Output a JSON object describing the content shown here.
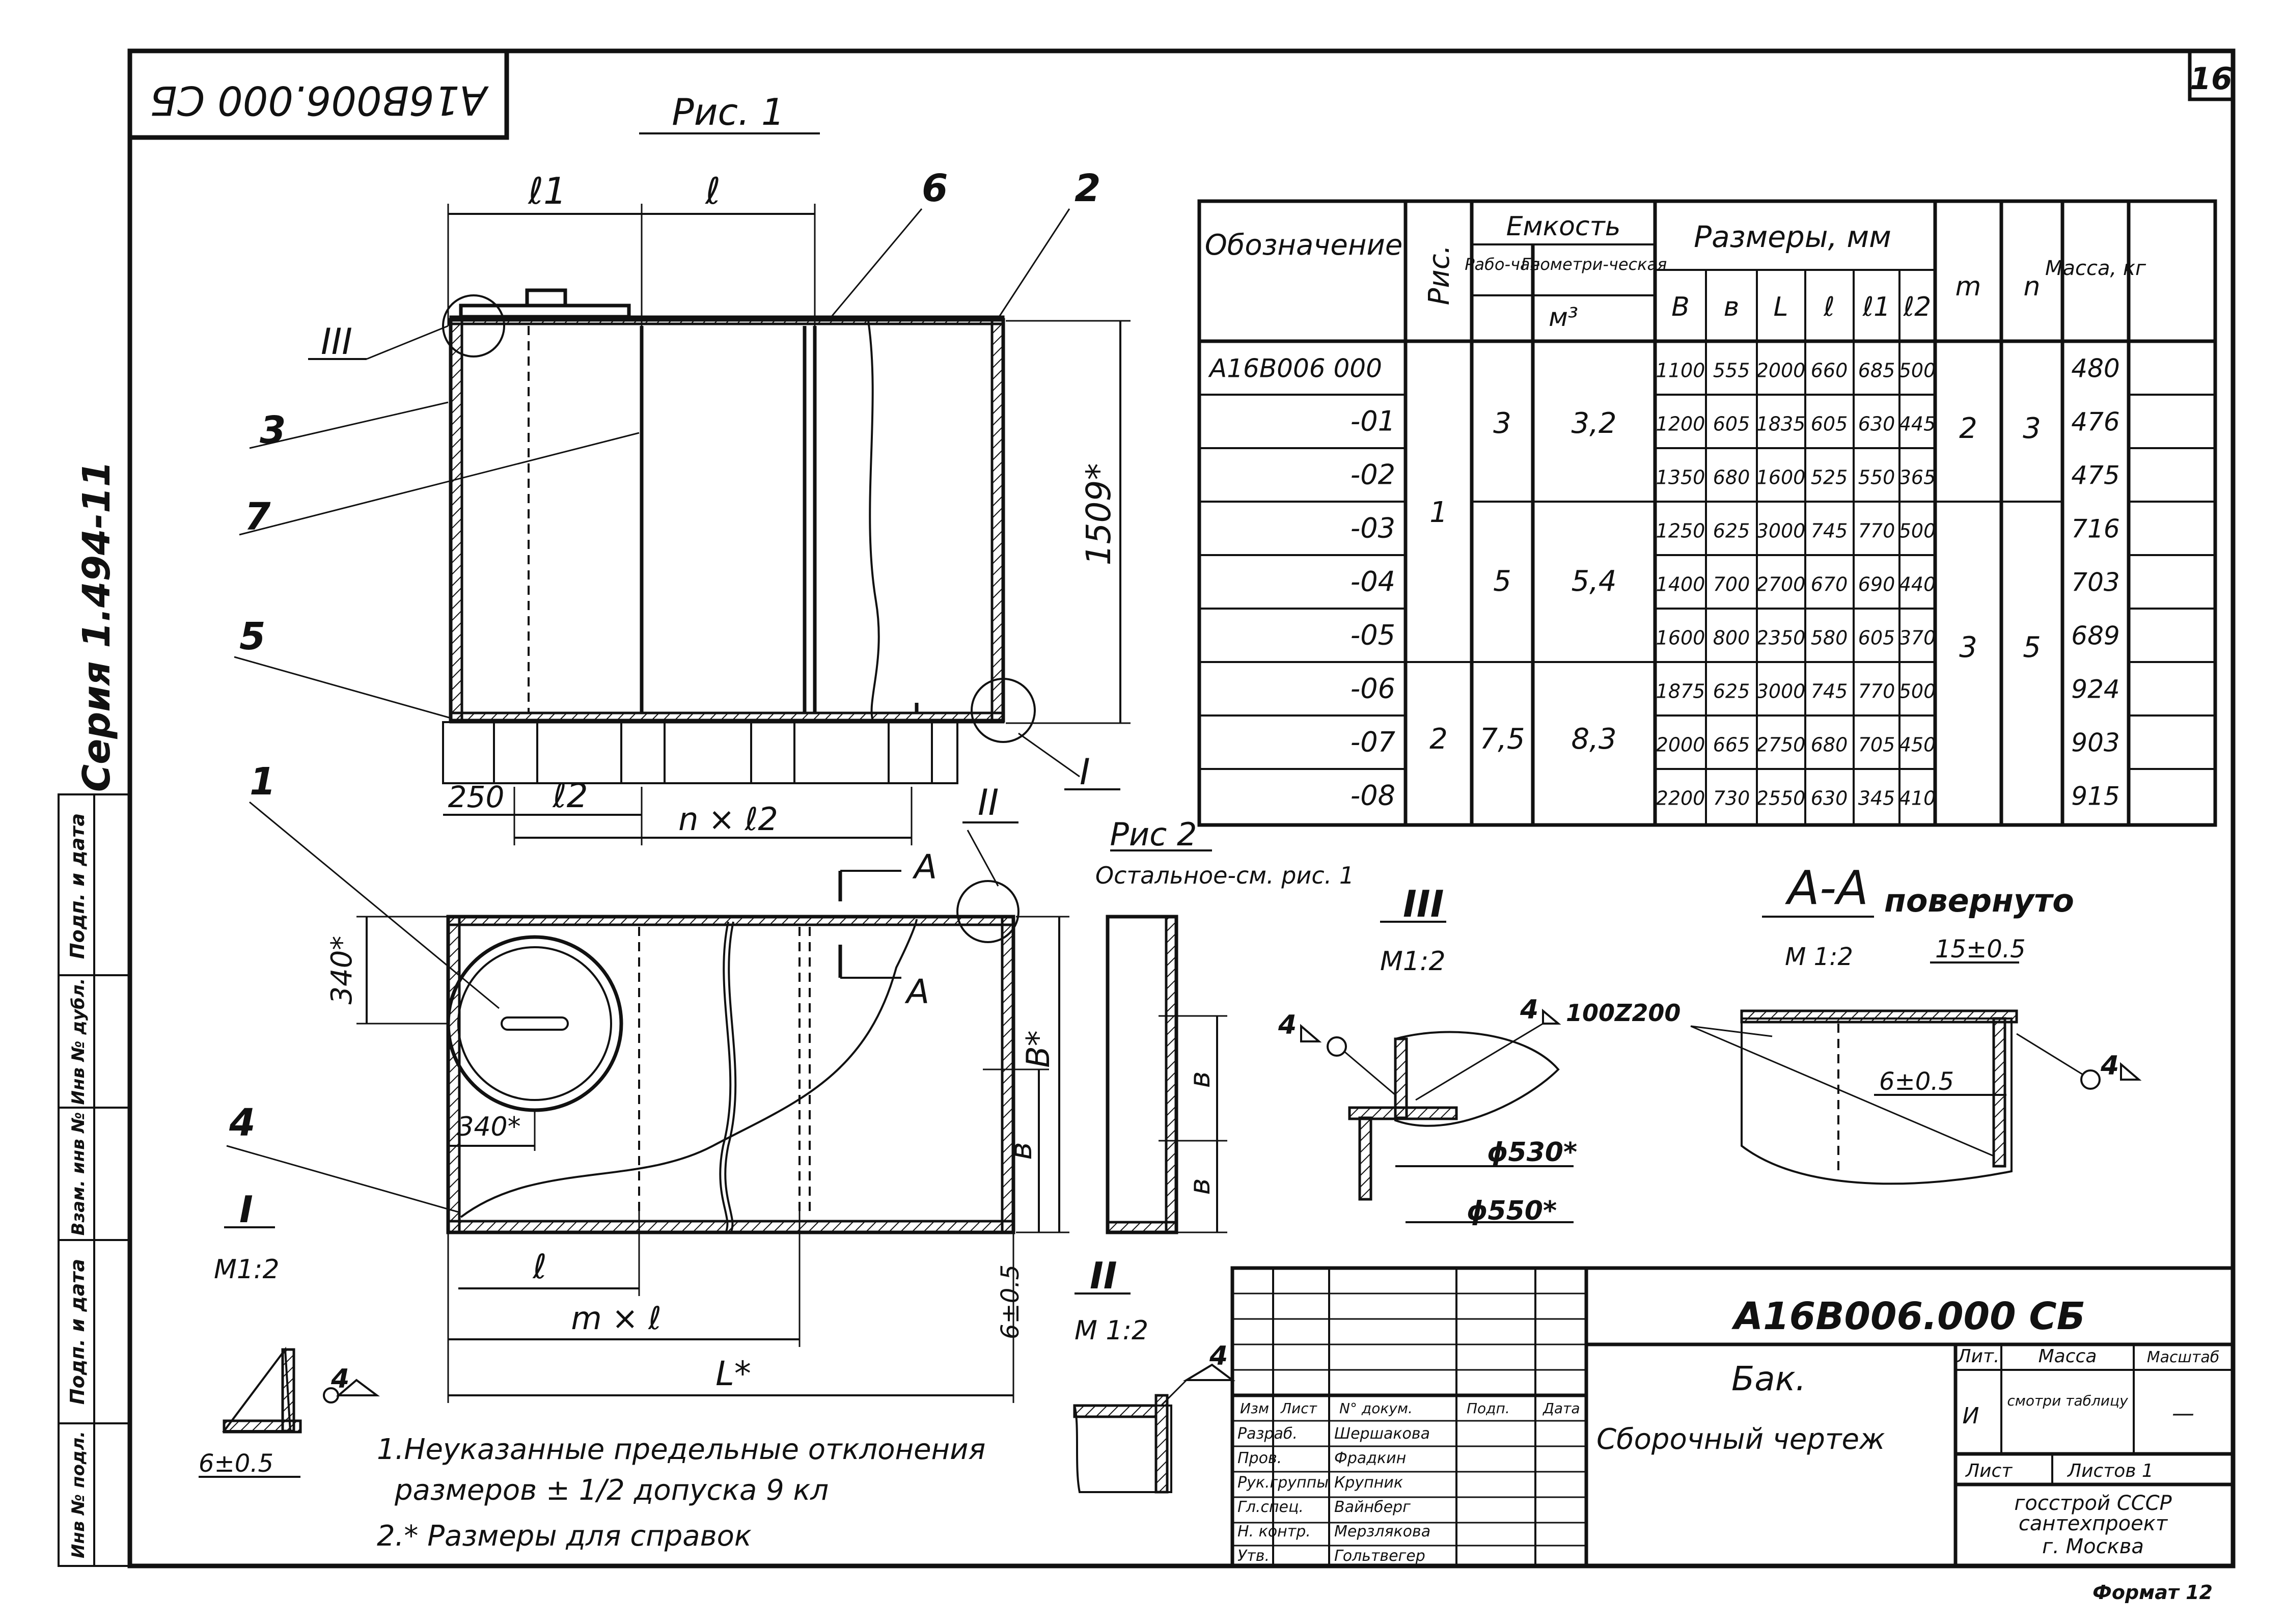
{
  "stamp_code": "А16В006.000 СБ",
  "sheet_number": "16",
  "series": "Серия 1.494-11",
  "side_strip": {
    "labels": [
      "Подп. и дата",
      "Инв № дубл.",
      "Взам. инв №",
      "Подп. и дата",
      "Инв № подл."
    ]
  },
  "fig1": {
    "title": "Рис. 1",
    "dim_l1": "ℓ1",
    "dim_l": "ℓ",
    "dim_l2": "ℓ2",
    "dim_n_l2": "n × ℓ2",
    "dim_250": "250",
    "dim_height": "1509*",
    "callouts": [
      "1",
      "2",
      "3",
      "4",
      "5",
      "6",
      "7"
    ],
    "view_mark_3": "III",
    "view_mark_1": "I",
    "view_mark_2": "II"
  },
  "fig2": {
    "title": "Рис 2",
    "subtitle": "Остальное-см. рис. 1",
    "dim_340v": "340*",
    "dim_340h": "340*",
    "dim_B": "B*",
    "dim_b": "в",
    "dim_l": "ℓ",
    "dim_m_l": "m × ℓ",
    "dim_L": "L*",
    "section": "A"
  },
  "detail_1": {
    "mark": "I",
    "scale": "М1:2",
    "weld": "4",
    "dim": "6±0.5"
  },
  "detail_2": {
    "mark": "II",
    "scale": "М 1:2",
    "weld": "4",
    "dim": "6±0.5"
  },
  "detail_3": {
    "mark": "III",
    "scale": "М1:2",
    "weld": "4",
    "weld2": "4",
    "weld_text": "100Z200",
    "dim1": "ϕ530*",
    "dim2": "ϕ550*"
  },
  "section_aa": {
    "title": "А-А",
    "suffix": "повернуто",
    "scale": "М 1:2",
    "dim1": "15±0.5",
    "dim2": "6±0.5",
    "weld": "4"
  },
  "table": {
    "h_designation": "Обозначение",
    "h_fig": "Рис.",
    "h_capacity": "Емкость",
    "h_working": "Рабо-чая",
    "h_geom": "Геометри-ческая",
    "h_unit": "м³",
    "h_sizes": "Размеры, мм",
    "h_cols": [
      "В",
      "в",
      "L",
      "ℓ",
      "ℓ1",
      "ℓ2"
    ],
    "h_m": "m",
    "h_n": "n",
    "h_mass": "Масса, кг",
    "rows": [
      {
        "des": "А16В006 000",
        "B": "1100",
        "b": "555",
        "L": "2000",
        "l": "660",
        "l1": "685",
        "l2": "500",
        "mass": "480"
      },
      {
        "des": "-01",
        "B": "1200",
        "b": "605",
        "L": "1835",
        "l": "605",
        "l1": "630",
        "l2": "445",
        "mass": "476"
      },
      {
        "des": "-02",
        "B": "1350",
        "b": "680",
        "L": "1600",
        "l": "525",
        "l1": "550",
        "l2": "365",
        "mass": "475"
      },
      {
        "des": "-03",
        "B": "1250",
        "b": "625",
        "L": "3000",
        "l": "745",
        "l1": "770",
        "l2": "500",
        "mass": "716"
      },
      {
        "des": "-04",
        "B": "1400",
        "b": "700",
        "L": "2700",
        "l": "670",
        "l1": "690",
        "l2": "440",
        "mass": "703"
      },
      {
        "des": "-05",
        "B": "1600",
        "b": "800",
        "L": "2350",
        "l": "580",
        "l1": "605",
        "l2": "370",
        "mass": "689"
      },
      {
        "des": "-06",
        "B": "1875",
        "b": "625",
        "L": "3000",
        "l": "745",
        "l1": "770",
        "l2": "500",
        "mass": "924"
      },
      {
        "des": "-07",
        "B": "2000",
        "b": "665",
        "L": "2750",
        "l": "680",
        "l1": "705",
        "l2": "450",
        "mass": "903"
      },
      {
        "des": "-08",
        "B": "2200",
        "b": "730",
        "L": "2550",
        "l": "630",
        "l1": "345",
        "l2": "410",
        "mass": "915"
      }
    ],
    "group_fig": [
      "1",
      "2"
    ],
    "group_work": [
      "3",
      "5",
      "7,5"
    ],
    "group_geom": [
      "3,2",
      "5,4",
      "8,3"
    ],
    "group_m": [
      "2",
      "3"
    ],
    "group_n": [
      "3",
      "5"
    ]
  },
  "notes": [
    "1.Неуказанные предельные отклонения",
    "размеров ± 1/2 допуска 9 кл",
    "2.* Размеры для справок"
  ],
  "title_block": {
    "code": "А16В006.000 СБ",
    "name": "Бак.",
    "type": "Сборочный чертеж",
    "lit_h": "Лит.",
    "mass_h": "Масса",
    "scale_h": "Масштаб",
    "lit_v": "И",
    "mass_v": "смотри таблицу",
    "scale_v": "—",
    "sheet_h": "Лист",
    "sheets_h": "Листов 1",
    "org1": "госстрой СССР",
    "org2": "сантехпроект",
    "org3": "г. Москва",
    "head": [
      "Изм",
      "Лист",
      "N° докум.",
      "Подп.",
      "Дата"
    ],
    "people": [
      {
        "role": "Разраб.",
        "name": "Шершакова"
      },
      {
        "role": "Пров.",
        "name": "Фрадкин"
      },
      {
        "role": "Рук.группы",
        "name": "Крупник"
      },
      {
        "role": "Гл.спец.",
        "name": "Вайнберг"
      },
      {
        "role": "Н. контр.",
        "name": "Мерзлякова"
      },
      {
        "role": "Утв.",
        "name": "Гольтвегер"
      }
    ]
  },
  "format": "Формат 12"
}
